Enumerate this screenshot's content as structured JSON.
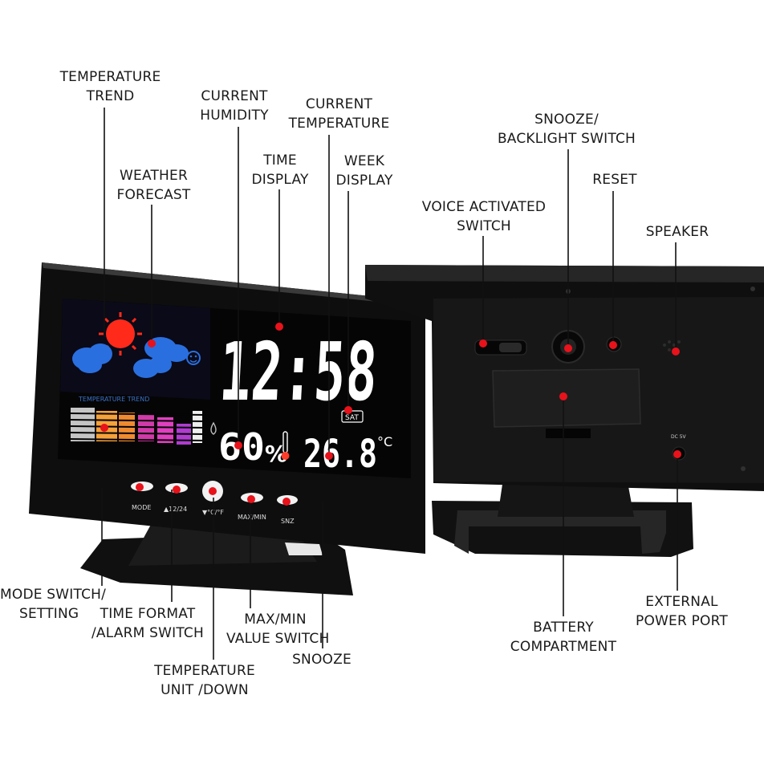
{
  "callouts": {
    "temperature_trend": [
      "TEMPERATURE",
      "TREND"
    ],
    "current_humidity": [
      "CURRENT",
      "HUMIDITY"
    ],
    "current_temperature": [
      "CURRENT",
      "TEMPERATURE"
    ],
    "time_display": [
      "TIME",
      "DISPLAY"
    ],
    "week_display": [
      "WEEK",
      "DISPLAY"
    ],
    "weather_forecast": [
      "WEATHER",
      "FORECAST"
    ],
    "snooze_backlight": [
      "SNOOZE/",
      "BACKLIGHT SWITCH"
    ],
    "reset": [
      "RESET"
    ],
    "voice_activated": [
      "VOICE ACTIVATED",
      "SWITCH"
    ],
    "speaker": [
      "SPEAKER"
    ],
    "mode_switch": [
      "MODE SWITCH/",
      "SETTING"
    ],
    "time_format": [
      "TIME FORMAT",
      "/ALARM SWITCH"
    ],
    "max_min": [
      "MAX/MIN",
      "VALUE SWITCH"
    ],
    "snooze": [
      "SNOOZE"
    ],
    "temperature_unit": [
      "TEMPERATURE",
      "UNIT /DOWN"
    ],
    "battery": [
      "BATTERY",
      "COMPARTMENT"
    ],
    "external_power": [
      "EXTERNAL",
      "POWER PORT"
    ]
  },
  "display": {
    "time": "12:58",
    "week_day": "SAT",
    "humidity": "60",
    "humidity_unit": "%",
    "temperature": "26.8",
    "temperature_unit": "°C",
    "trend_title": "TEMPERATURE TREND"
  },
  "buttons": [
    "MODE",
    "▲12/24",
    "▼°C/°F",
    "MAX/MIN",
    "SNZ"
  ],
  "back_panel": {
    "power_label": "DC 5V"
  },
  "colors": {
    "marker": "#e8121b",
    "leader_line": "#111111",
    "device_body": "#0c0c0c",
    "screen": "#050505",
    "sun": "#ff2a1a",
    "cloud": "#2a6fe0",
    "digits": "#ffffff"
  },
  "icons": [
    "sun-icon",
    "cloud-icon",
    "smiley-icon",
    "humidity-drop-icon",
    "thermometer-icon",
    "temperature-trend-bars"
  ]
}
